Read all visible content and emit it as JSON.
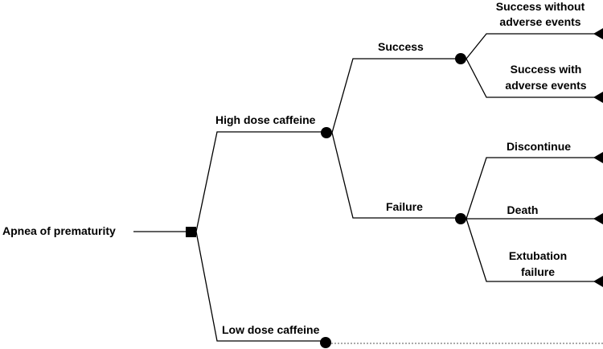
{
  "diagram": {
    "root": {
      "label": "Apnea of prematurity"
    },
    "branches": {
      "high_dose": {
        "label": "High dose caffeine"
      },
      "low_dose": {
        "label": "Low dose caffeine"
      },
      "success": {
        "label": "Success"
      },
      "failure": {
        "label": "Failure"
      },
      "success_no_ae": {
        "line1": "Success without",
        "line2": "adverse events"
      },
      "success_ae": {
        "line1": "Success with",
        "line2": "adverse events"
      },
      "discontinue": {
        "label": "Discontinue"
      },
      "death": {
        "label": "Death"
      },
      "extubation_failure": {
        "line1": "Extubation",
        "line2": "failure"
      }
    },
    "colors": {
      "line": "#000000",
      "node": "#000000",
      "background": "#ffffff"
    }
  }
}
